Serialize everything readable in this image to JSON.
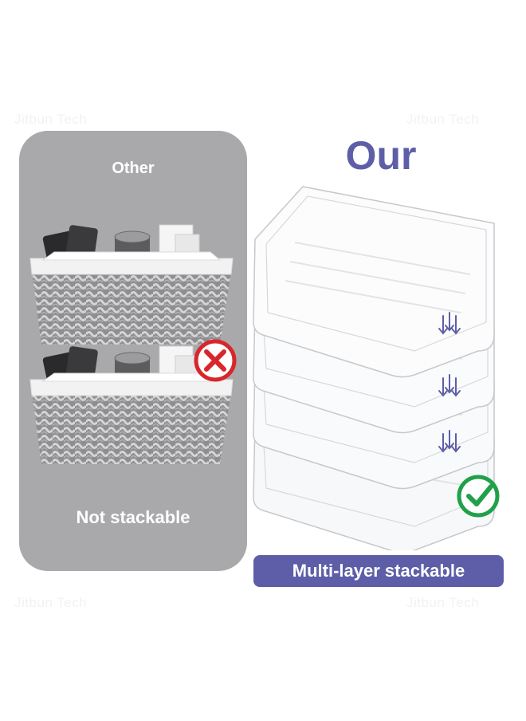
{
  "watermark_text": "Jitbun Tech",
  "left": {
    "title": "Other",
    "caption": "Not stackable"
  },
  "right": {
    "title": "Our",
    "caption": "Multi-layer stackable"
  },
  "colors": {
    "accent_purple": "#5e5ea8",
    "panel_gray": "#a9a9ab",
    "error_red": "#d8262c",
    "success_green": "#21a04a"
  }
}
